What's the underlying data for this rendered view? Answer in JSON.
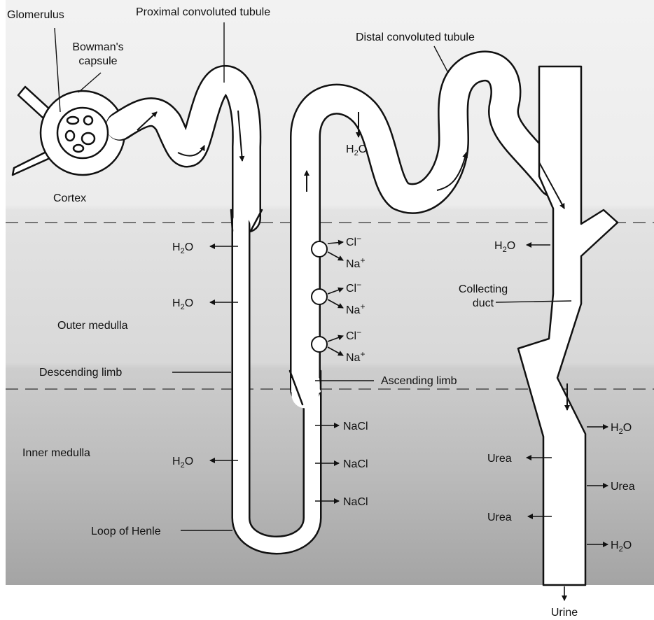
{
  "labels": {
    "glomerulus": "Glomerulus",
    "bowmans_1": "Bowman's",
    "bowmans_2": "capsule",
    "proximal": "Proximal convoluted tubule",
    "distal": "Distal convoluted tubule",
    "cortex": "Cortex",
    "outer_medulla": "Outer medulla",
    "inner_medulla": "Inner medulla",
    "descending_limb": "Descending limb",
    "ascending_limb": "Ascending limb",
    "loop_of_henle": "Loop of Henle",
    "collecting_1": "Collecting",
    "collecting_2": "duct",
    "urine": "Urine"
  },
  "species": {
    "water_h": "H",
    "water_sub": "2",
    "water_o": "O",
    "chloride": "Cl",
    "chloride_charge": "−",
    "sodium": "Na",
    "sodium_charge": "+",
    "salt": "NaCl",
    "urea": "Urea"
  },
  "colors": {
    "cortex_bg": "#f1f1f1",
    "outer_medulla_bg": "#dedede",
    "inner_medulla_bg": "#c6c6c6",
    "loop_region_bg": "#a9a9a9",
    "tubule_fill": "#ffffff",
    "ink": "#111111"
  }
}
